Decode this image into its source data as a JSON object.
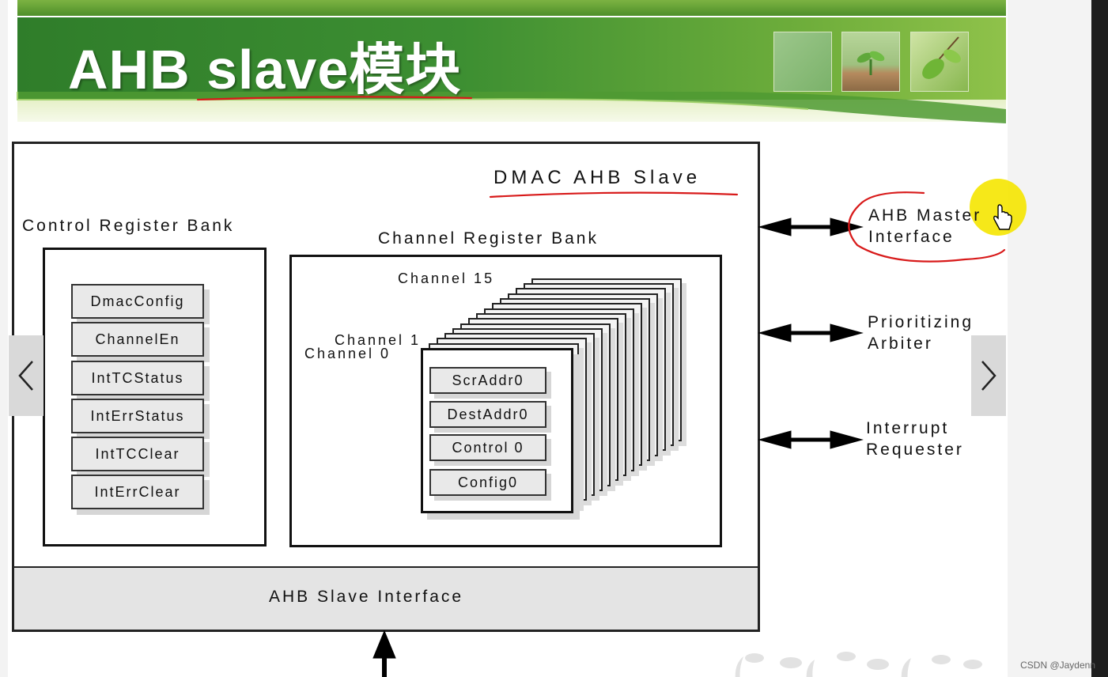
{
  "slide": {
    "title": "AHB slave模块"
  },
  "diagram": {
    "dmac_title": "DMAC AHB Slave",
    "control_bank": {
      "label": "Control Register Bank",
      "registers": [
        "DmacConfig",
        "ChannelEn",
        "IntTCStatus",
        "IntErrStatus",
        "IntTCClear",
        "IntErrClear"
      ]
    },
    "channel_bank": {
      "label": "Channel Register Bank",
      "channel_15": "Channel 15",
      "channel_1": "Channel 1",
      "channel_0": "Channel 0",
      "registers": [
        "ScrAddr0",
        "DestAddr0",
        "Control 0",
        "Config0"
      ]
    },
    "slave_interface": "AHB Slave Interface",
    "side_interfaces": {
      "master": [
        "AHB Master",
        "Interface"
      ],
      "arbiter": [
        "Prioritizing",
        "Arbiter"
      ],
      "interrupt": [
        "Interrupt",
        "Requester"
      ]
    }
  },
  "nav": {
    "prev_icon": "chevron-left-icon",
    "next_icon": "chevron-right-icon"
  },
  "watermark": "CSDN @Jaydenn",
  "colors": {
    "banner_green": "#3d8f32",
    "annotation_red": "#d81a1a",
    "cursor_highlight": "#f5e600"
  }
}
